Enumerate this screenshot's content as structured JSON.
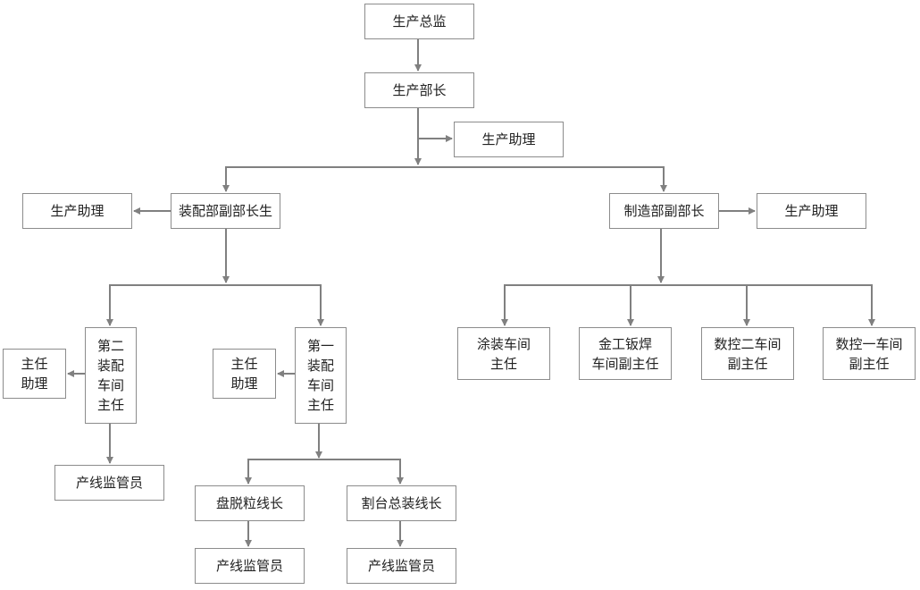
{
  "org_chart": {
    "production_director": "生产总监",
    "production_minister": "生产部长",
    "production_assistant_a": "生产助理",
    "assembly_vice_minister": "装配部副部长生",
    "assembly_assistant": "生产助理",
    "manufacturing_vice_minister": "制造部副部长",
    "manufacturing_assistant": "生产助理",
    "assembly_workshop_2_director": "第二\n装配\n车间\n主任",
    "assembly_workshop_2_assistant": "主任\n助理",
    "line_supervisor_1": "产线监管员",
    "assembly_workshop_1_director": "第一\n装配\n车间\n主任",
    "assembly_workshop_1_assistant": "主任\n助理",
    "line_leader_a": "盘脱粒线长",
    "line_leader_b": "割台总装线长",
    "line_supervisor_2": "产线监管员",
    "line_supervisor_3": "产线监管员",
    "painting_workshop_director": "涂装车间\n主任",
    "sheet_metal_welding_vice_director": "金工钣焊\n车间副主任",
    "cnc_workshop_2_vice_director": "数控二车间\n副主任",
    "cnc_workshop_1_vice_director": "数控一车间\n副主任"
  },
  "colors": {
    "line": "#808080",
    "border": "#8c8c8c",
    "text": "#222222"
  }
}
